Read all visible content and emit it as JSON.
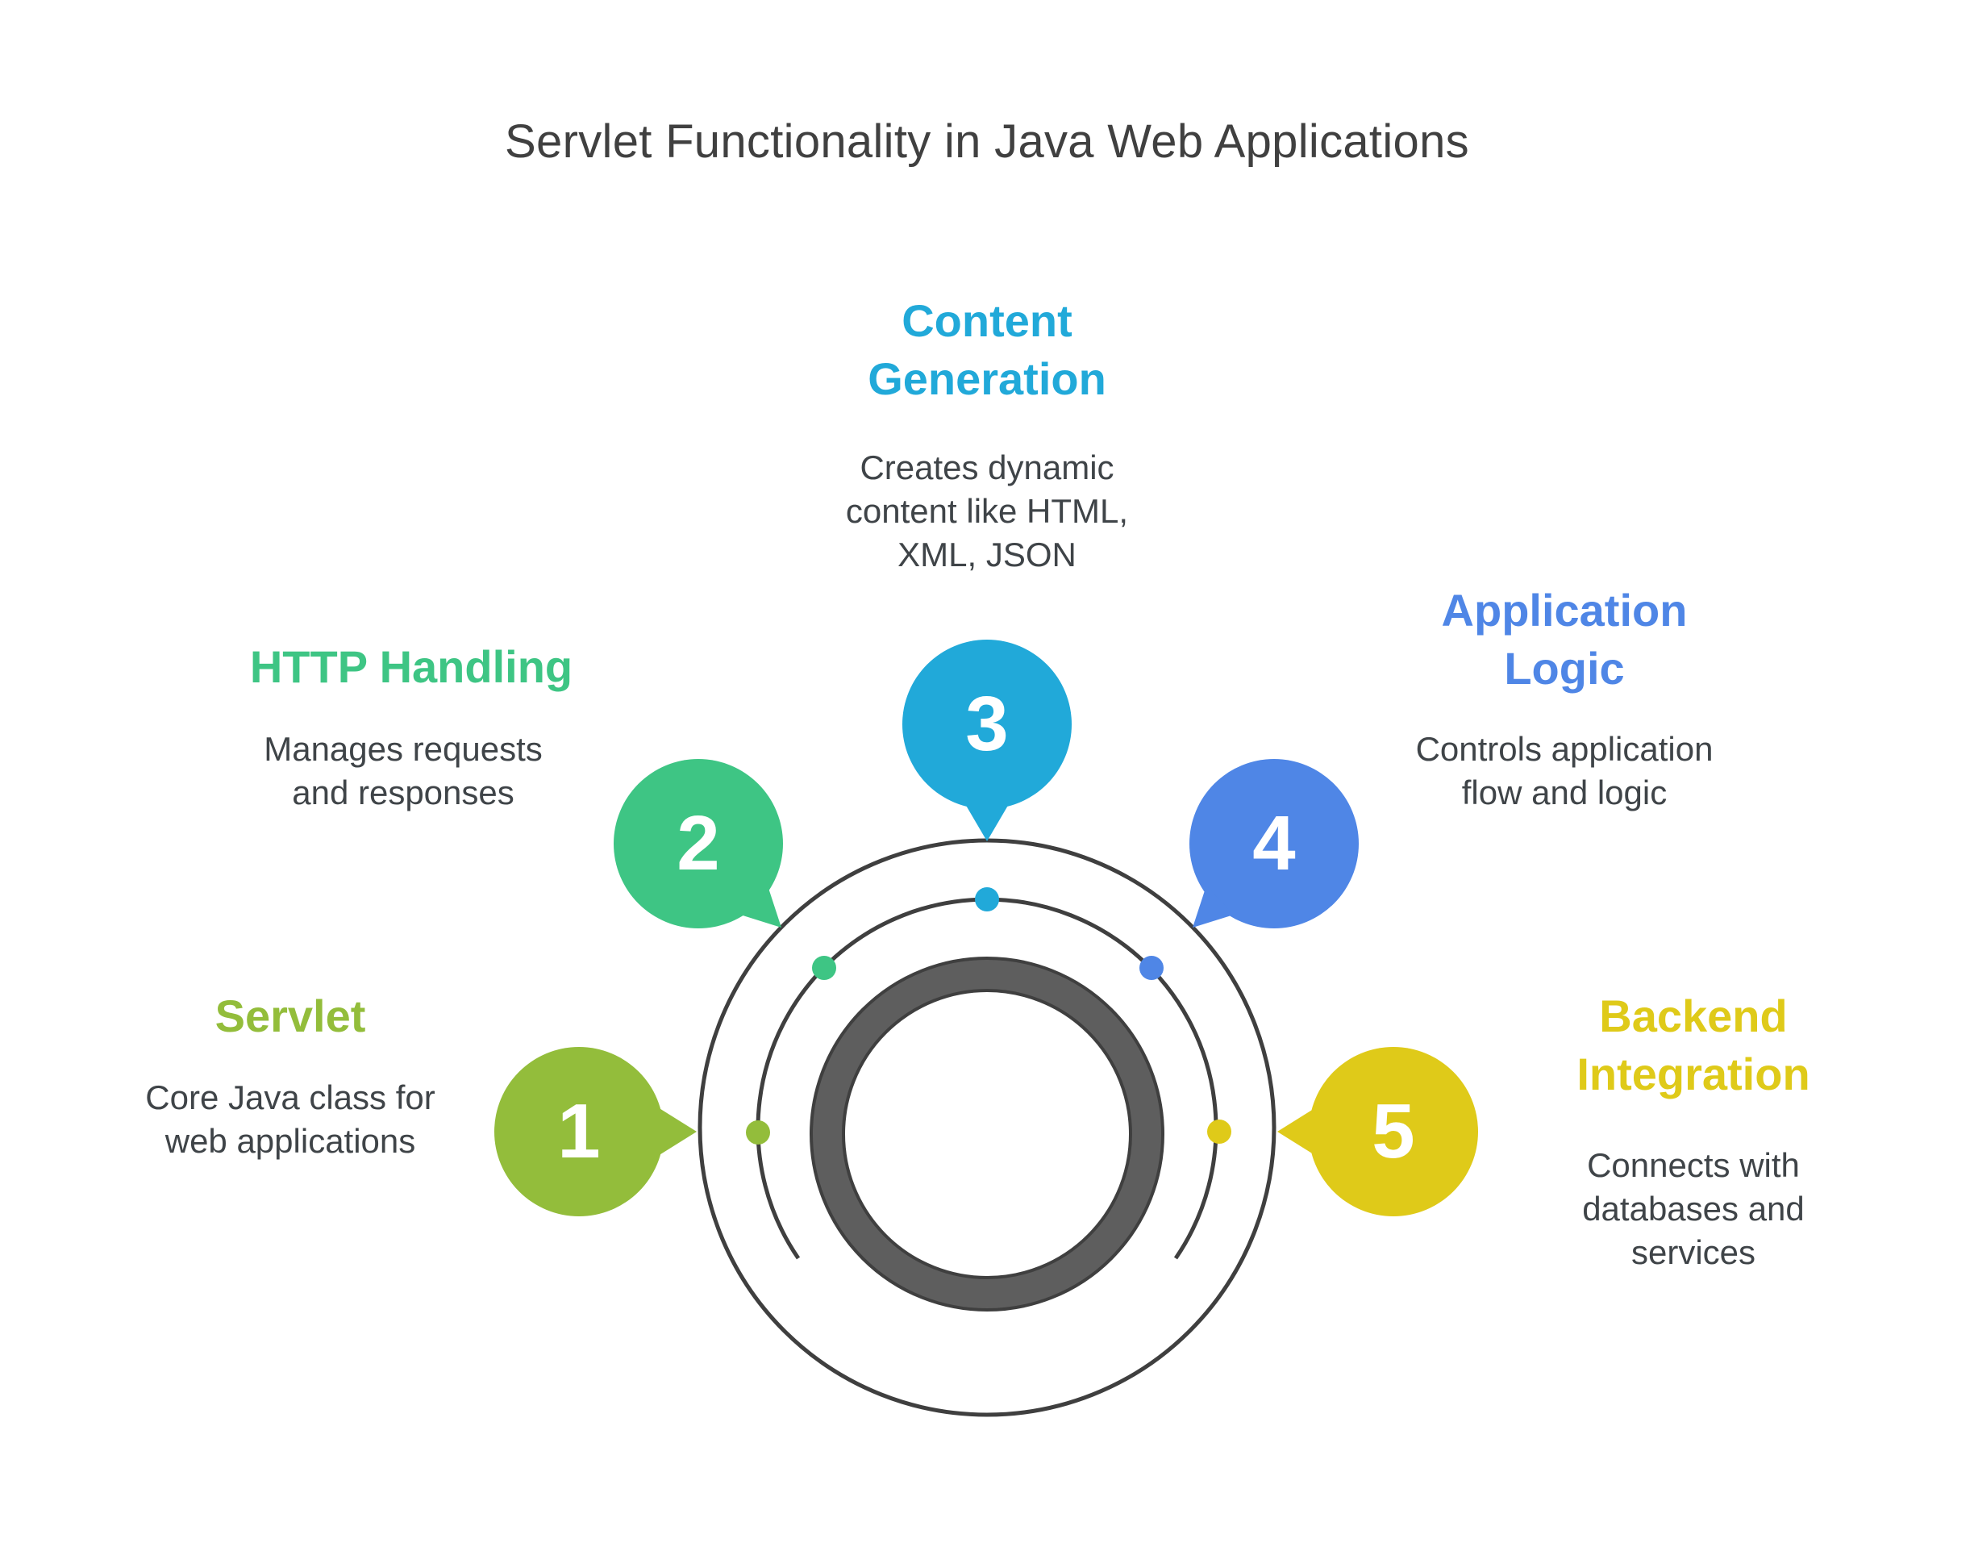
{
  "title": "Servlet Functionality in Java Web Applications",
  "colors": {
    "servlet": "#93bd3b",
    "http": "#3ec584",
    "content": "#21a9d9",
    "logic": "#4f86e6",
    "backend": "#dfca19",
    "ring": "#3f3f3f",
    "core": "#5e5e5e"
  },
  "steps": [
    {
      "number": "1",
      "label_line1": "Servlet",
      "label_line2": "",
      "desc_line1": "Core Java class for",
      "desc_line2": "web applications",
      "desc_line3": ""
    },
    {
      "number": "2",
      "label_line1": "HTTP Handling",
      "label_line2": "",
      "desc_line1": "Manages requests",
      "desc_line2": "and responses",
      "desc_line3": ""
    },
    {
      "number": "3",
      "label_line1": "Content",
      "label_line2": "Generation",
      "desc_line1": "Creates dynamic",
      "desc_line2": "content like HTML,",
      "desc_line3": "XML, JSON"
    },
    {
      "number": "4",
      "label_line1": "Application",
      "label_line2": "Logic",
      "desc_line1": "Controls application",
      "desc_line2": "flow and logic",
      "desc_line3": ""
    },
    {
      "number": "5",
      "label_line1": "Backend",
      "label_line2": "Integration",
      "desc_line1": "Connects with",
      "desc_line2": "databases and",
      "desc_line3": "services"
    }
  ]
}
